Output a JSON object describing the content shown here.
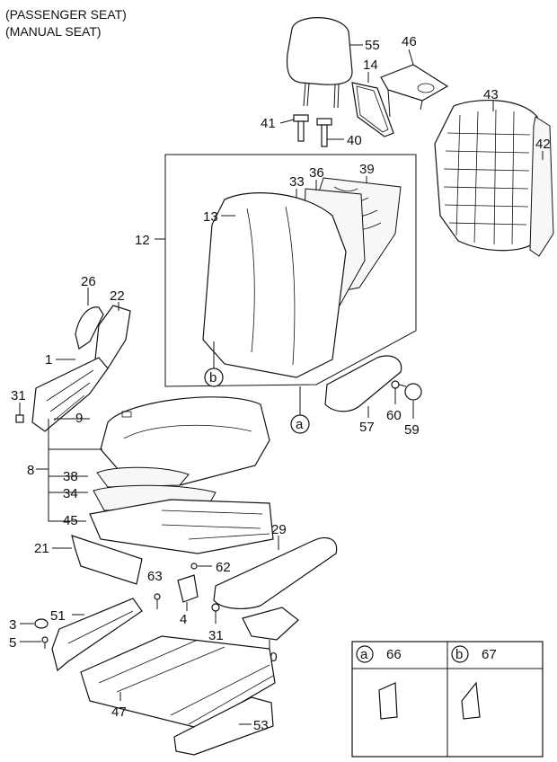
{
  "header": {
    "line1": "(PASSENGER SEAT)",
    "line2": "(MANUAL SEAT)"
  },
  "callouts": {
    "p55": "55",
    "p46": "46",
    "p14": "14",
    "p41": "41",
    "p40": "40",
    "p43": "43",
    "p42": "42",
    "p33": "33",
    "p36": "36",
    "p39": "39",
    "p13": "13",
    "p12": "12",
    "p26": "26",
    "p22": "22",
    "p1": "1",
    "p31a": "31",
    "p9": "9",
    "p8": "8",
    "p38": "38",
    "p34": "34",
    "p45": "45",
    "p21": "21",
    "p63": "63",
    "p62": "62",
    "p29": "29",
    "p4": "4",
    "p31b": "31",
    "p3": "3",
    "p51": "51",
    "p5": "5",
    "p30": "30",
    "p47": "47",
    "p53": "53",
    "p57": "57",
    "p60": "60",
    "p59": "59"
  },
  "markers": {
    "a": "a",
    "b": "b"
  },
  "legend": {
    "a_label": "a",
    "a_part": "66",
    "b_label": "b",
    "b_part": "67"
  }
}
